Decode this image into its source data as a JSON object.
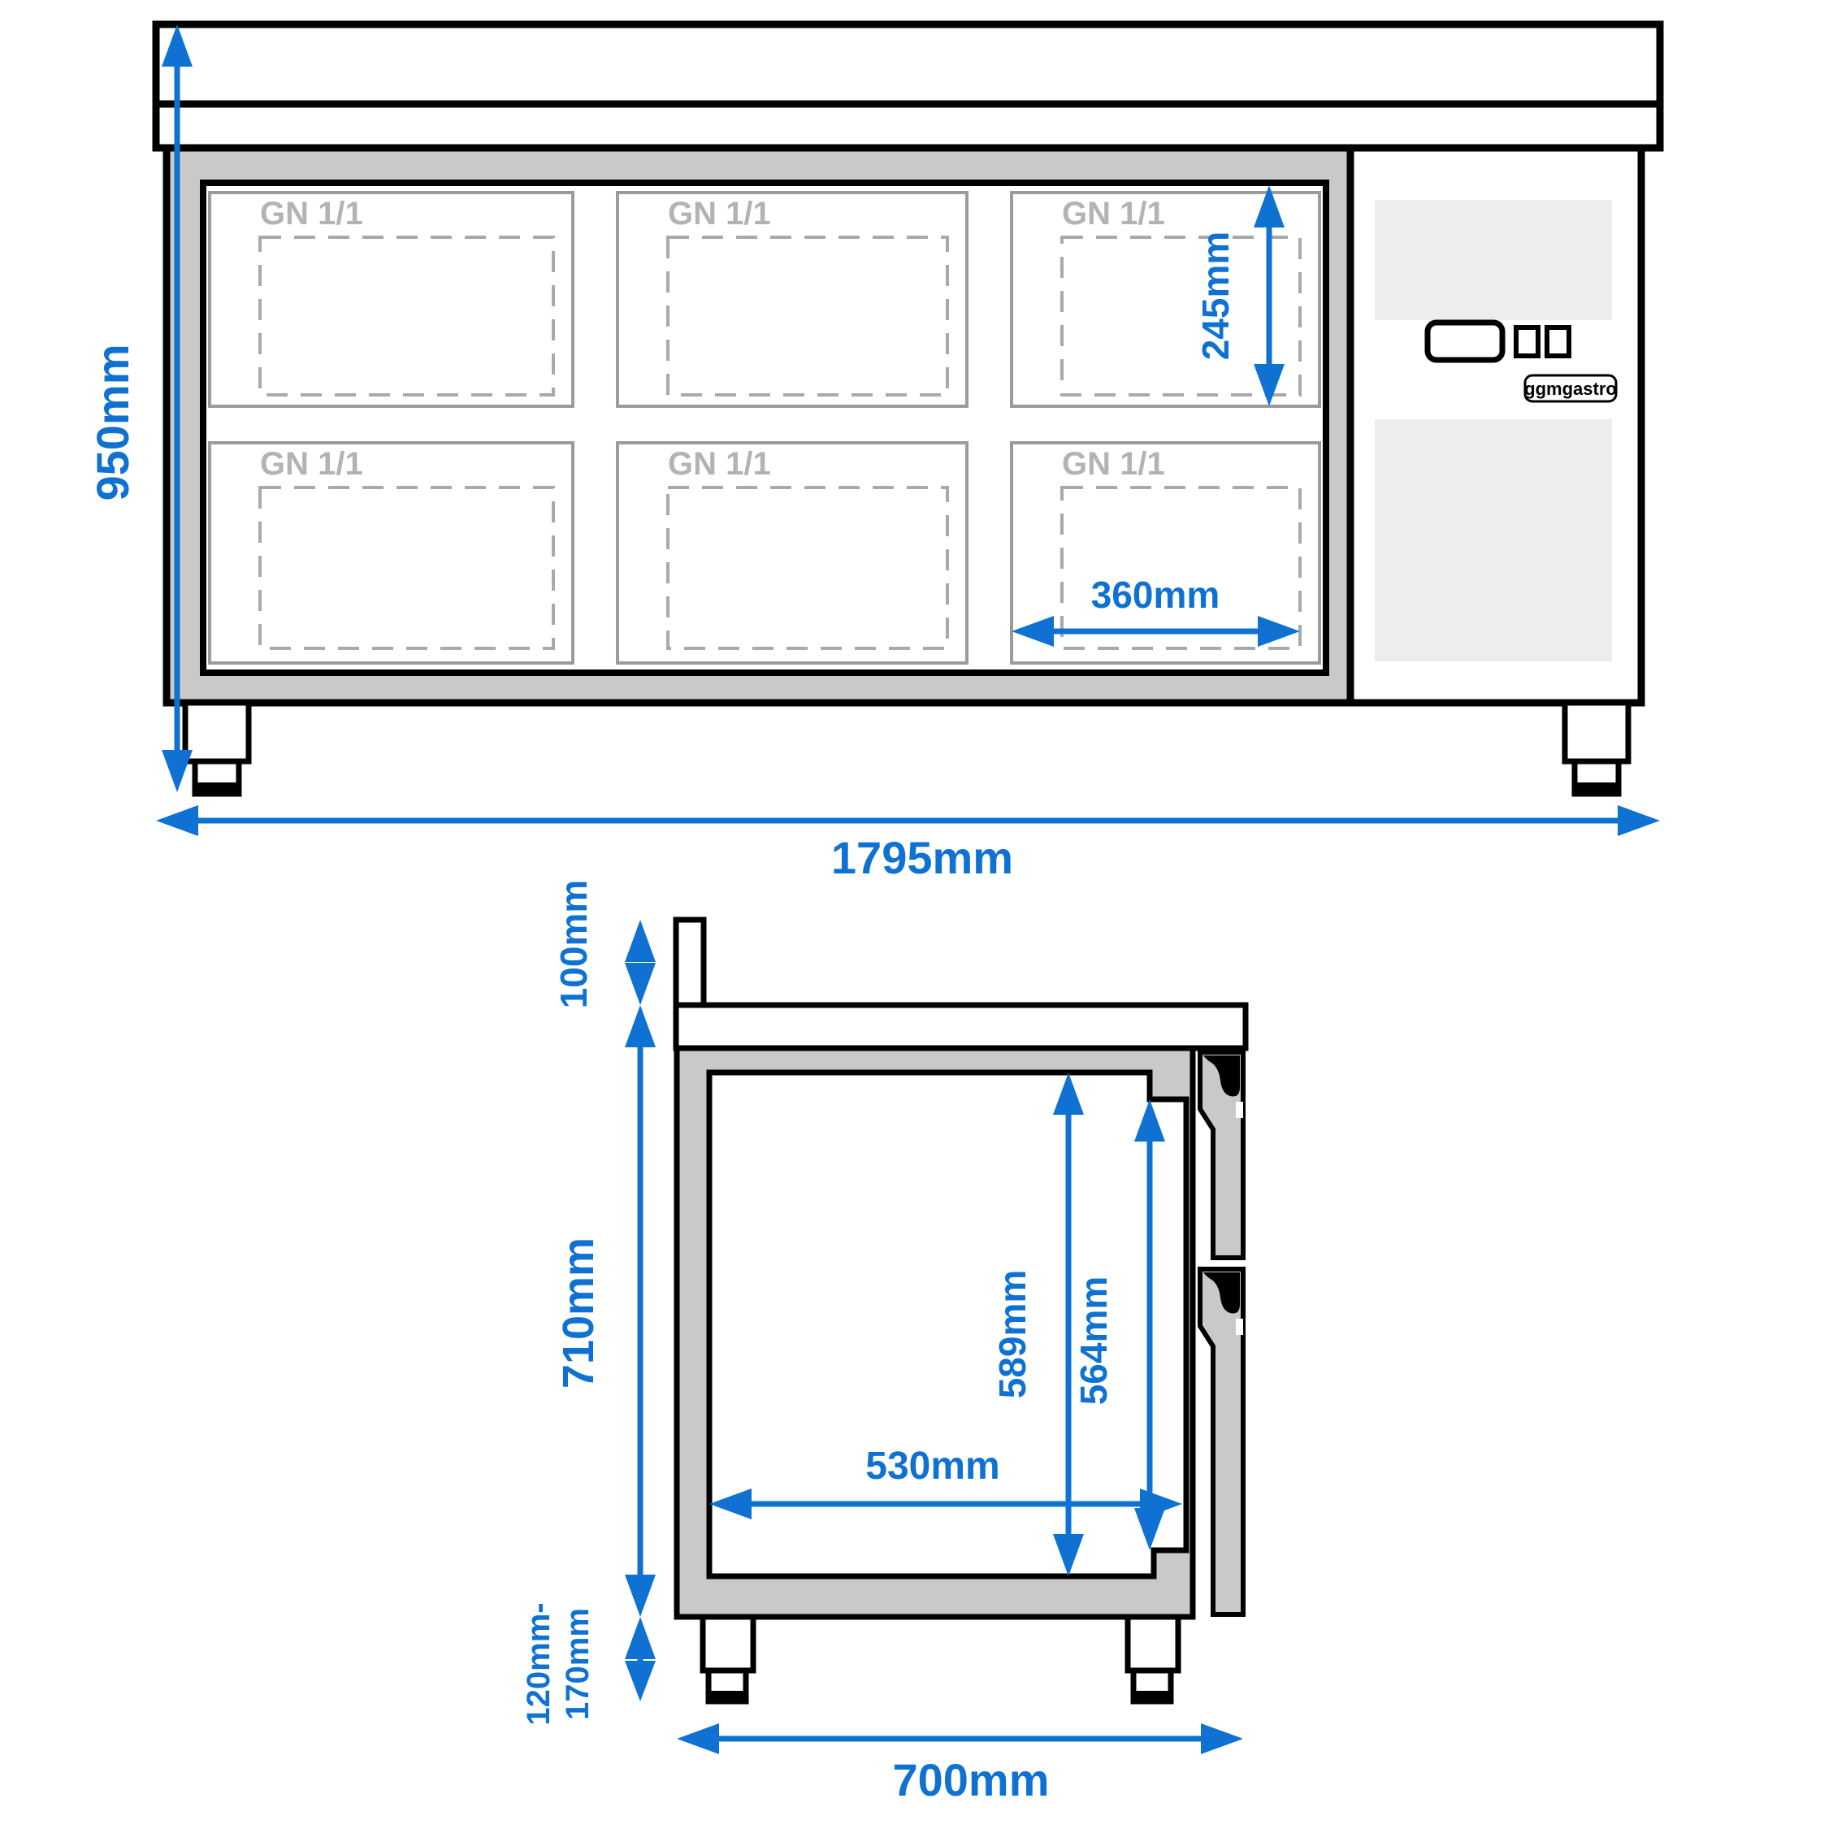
{
  "brand": "ggmgastro",
  "front_view": {
    "gn_pan_label": "GN 1/1",
    "dimensions": {
      "overall_height": "950mm",
      "overall_width": "1795mm",
      "pan_depth": "245mm",
      "pan_width": "360mm"
    }
  },
  "side_view": {
    "dimensions": {
      "upstand_height": "100mm",
      "body_height": "710mm",
      "foot_height_line1": "120mm-",
      "foot_height_line2": "170mm",
      "overall_depth": "700mm",
      "interior_depth": "530mm",
      "interior_height": "589mm",
      "door_inner_height": "564mm"
    }
  },
  "colors": {
    "dimension_blue": "#0f72d2",
    "body_gray": "#c9c9c9",
    "panel_gray": "#ededed",
    "door_border_gray": "#9b9b9b",
    "gn_text_gray": "#b3b3b3",
    "line_black": "#000000"
  }
}
